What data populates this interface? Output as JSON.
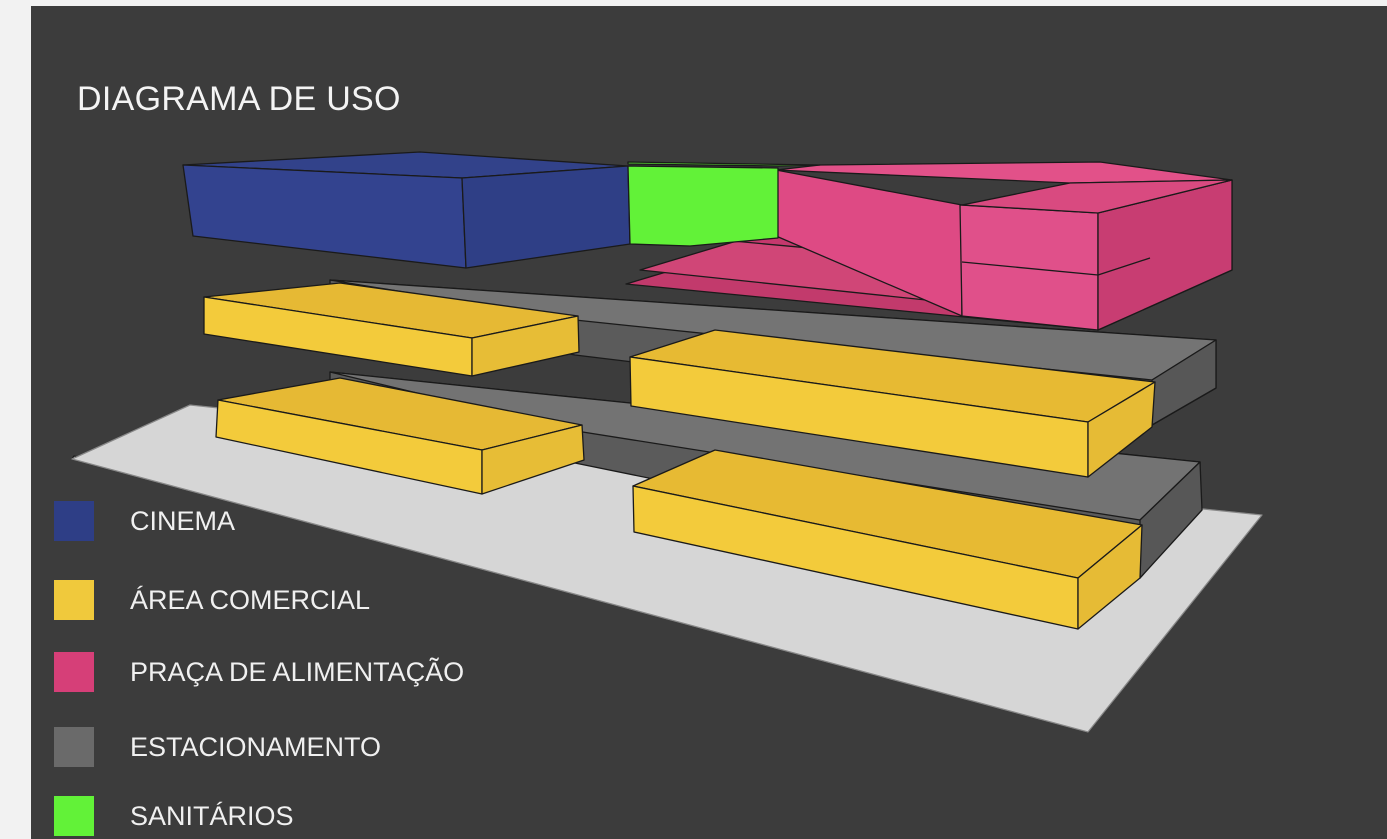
{
  "title": "DIAGRAMA DE USO",
  "legend": [
    {
      "label": "CINEMA",
      "color": "#2e3e86"
    },
    {
      "label": "ÁREA COMERCIAL",
      "color": "#f0c93c"
    },
    {
      "label": "PRAÇA DE ALIMENTAÇÃO",
      "color": "#d63f78"
    },
    {
      "label": "ESTACIONAMENTO",
      "color": "#6a6a6a"
    },
    {
      "label": "SANITÁRIOS",
      "color": "#62f238"
    }
  ]
}
